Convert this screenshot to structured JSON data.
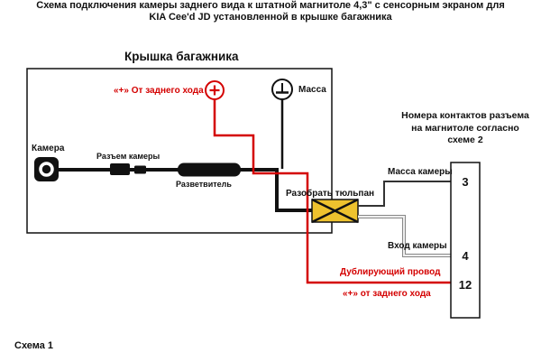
{
  "title": "Схема подключения камеры заднего вида к штатной магнитоле 4,3\" с сенсорным экраном для\nKIA Cee'd JD установленной в крышке багажника",
  "trunk": {
    "label": "Крышка багажника"
  },
  "labels": {
    "reverse_plus": "«+» От заднего хода",
    "ground": "Масса",
    "camera": "Камера",
    "camera_connector": "Разъем камеры",
    "splitter": "Разветвитель",
    "rca": "Разобрать тюльпан",
    "pins_note": "Номера контактов разъема\nна магнитоле согласно\nсхеме 2",
    "camera_ground": "Масса камеры",
    "camera_input": "Вход камеры",
    "dup_wire_line1": "Дублирующий провод",
    "dup_wire_line2": "«+» от заднего хода",
    "scheme": "Схема 1"
  },
  "pins": [
    "3",
    "4",
    "12"
  ],
  "colors": {
    "wire_red": "#d40000",
    "rca_yellow": "#eec22e",
    "wire_black": "#111111"
  }
}
